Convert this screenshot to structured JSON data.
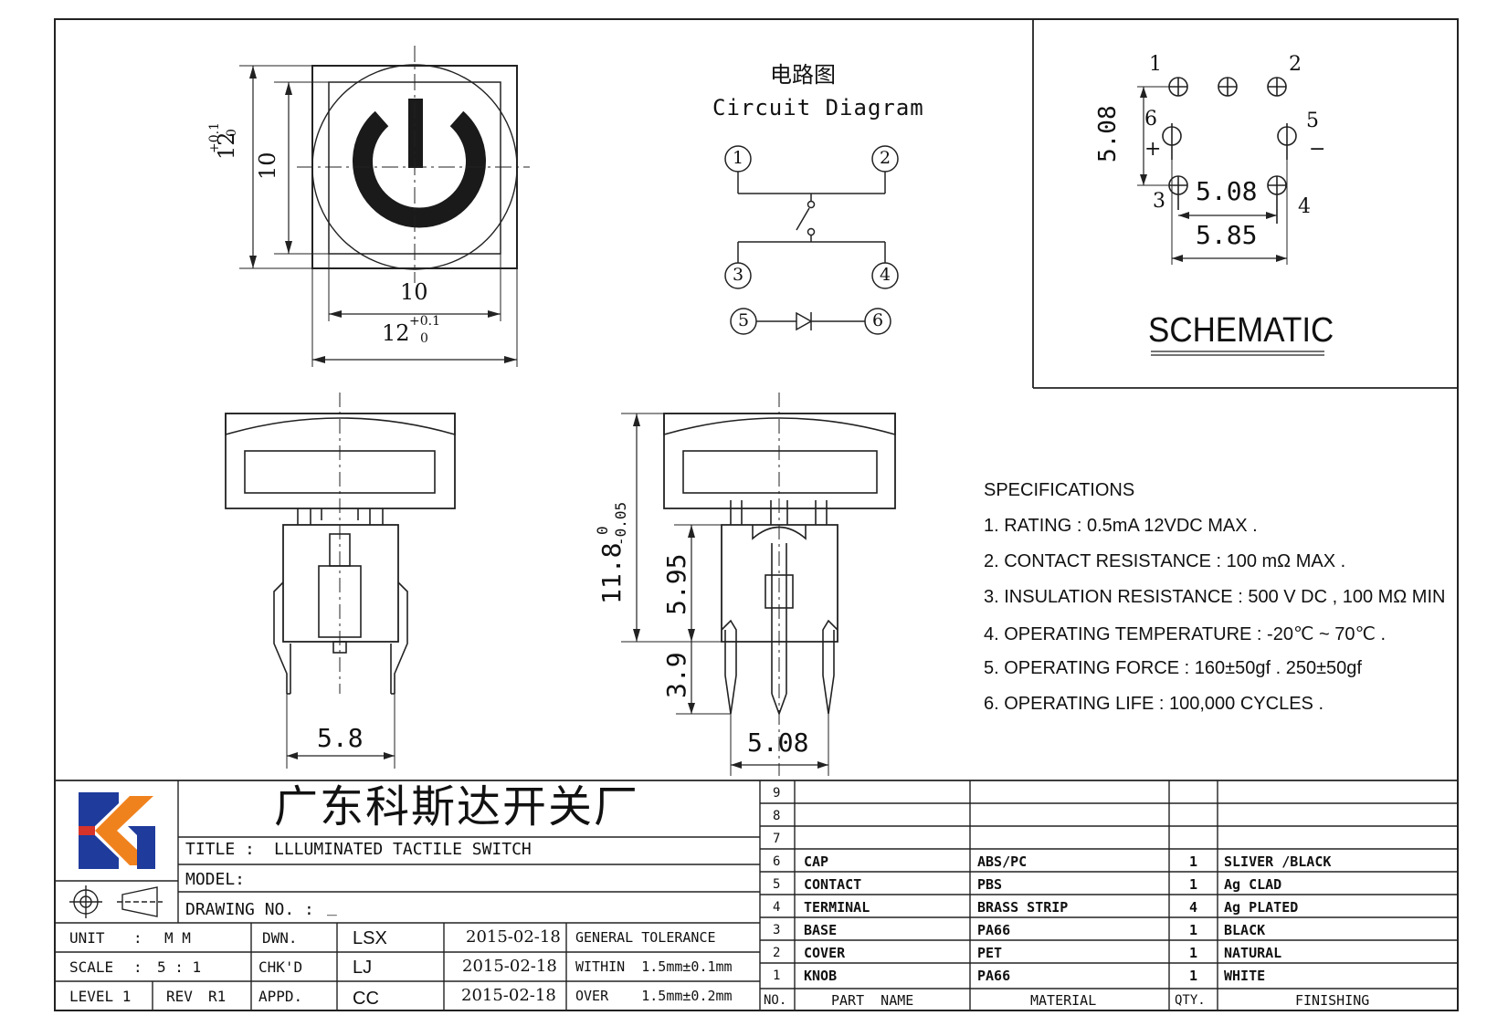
{
  "drawing": {
    "top_view": {
      "dim_height_outer": "12",
      "dim_height_outer_tol_upper": "+0.1",
      "dim_height_outer_tol_lower": "0",
      "dim_height_inner": "10",
      "dim_width_inner": "10",
      "dim_width_outer": "12",
      "dim_width_outer_tol_upper": "+0.1",
      "dim_width_outer_tol_lower": "0"
    },
    "circuit": {
      "title_cn": "电路图",
      "title_en": "Circuit Diagram",
      "pins": [
        "1",
        "2",
        "3",
        "4",
        "5",
        "6"
      ]
    },
    "schematic": {
      "title": "SCHEMATIC",
      "pin_labels": [
        "1",
        "2",
        "3",
        "4",
        "5",
        "6"
      ],
      "plus": "+",
      "minus": "−",
      "dim_vertical": "5.08",
      "dim_horizontal": "5.08",
      "dim_bottom": "5.85"
    },
    "side_view": {
      "dim_pin_spacing": "5.8"
    },
    "front_view": {
      "dim_total_height": "11.8",
      "dim_total_tol_upper": "0",
      "dim_total_tol_lower": "-0.05",
      "dim_body": "5.95",
      "dim_leg": "3.9",
      "dim_pin_spacing": "5.08"
    }
  },
  "specifications": {
    "heading": "SPECIFICATIONS",
    "items": [
      "1. RATING : 0.5mA 12VDC MAX .",
      "2. CONTACT RESISTANCE : 100 mΩ MAX .",
      "3. INSULATION RESISTANCE : 500 V DC , 100 MΩ MIN",
      "4. OPERATING TEMPERATURE : -20℃ ~ 70℃ .",
      "5. OPERATING FORCE : 160±50gf . 250±50gf",
      "6. OPERATING LIFE : 100,000 CYCLES ."
    ]
  },
  "title_block": {
    "company": "广东科斯达开关厂",
    "title_label": "TITLE :",
    "title_value": "LLLUMINATED TACTILE SWITCH",
    "model_label": "MODEL:",
    "drawing_no_label": "DRAWING NO. :",
    "drawing_no_value": "_",
    "unit_label": "UNIT",
    "unit_sep": ":",
    "unit_value": "M M",
    "scale_label": "SCALE",
    "scale_sep": ":",
    "scale_value": "5 : 1",
    "level_label": "LEVEL 1",
    "rev_label": "REV",
    "rev_value": "R1",
    "dwn_label": "DWN.",
    "dwn_name": "LSX",
    "dwn_date": "2015-02-18",
    "chk_label": "CHK'D",
    "chk_name": "LJ",
    "chk_date": "2015-02-18",
    "appd_label": "APPD.",
    "appd_name": "CC",
    "appd_date": "2015-02-18",
    "tol_heading": "GENERAL TOLERANCE",
    "tol_within": "WITHIN  1.5mm±0.1mm",
    "tol_over": "OVER    1.5mm±0.2mm"
  },
  "bom": {
    "headers": {
      "no": "NO.",
      "part": "PART  NAME",
      "material": "MATERIAL",
      "qty": "QTY.",
      "finishing": "FINISHING"
    },
    "rows": [
      {
        "no": "9",
        "part": "",
        "material": "",
        "qty": "",
        "finishing": ""
      },
      {
        "no": "8",
        "part": "",
        "material": "",
        "qty": "",
        "finishing": ""
      },
      {
        "no": "7",
        "part": "",
        "material": "",
        "qty": "",
        "finishing": ""
      },
      {
        "no": "6",
        "part": "CAP",
        "material": "ABS/PC",
        "qty": "1",
        "finishing": "SLIVER /BLACK"
      },
      {
        "no": "5",
        "part": "CONTACT",
        "material": "PBS",
        "qty": "1",
        "finishing": "Ag CLAD"
      },
      {
        "no": "4",
        "part": "TERMINAL",
        "material": "BRASS STRIP",
        "qty": "4",
        "finishing": "Ag PLATED"
      },
      {
        "no": "3",
        "part": "BASE",
        "material": "PA66",
        "qty": "1",
        "finishing": "BLACK"
      },
      {
        "no": "2",
        "part": "COVER",
        "material": "PET",
        "qty": "1",
        "finishing": "NATURAL"
      },
      {
        "no": "1",
        "part": "KNOB",
        "material": "PA66",
        "qty": "1",
        "finishing": "WHITE"
      }
    ]
  },
  "colors": {
    "logo_blue": "#1f3b9c",
    "logo_orange": "#f0821e",
    "logo_red": "#d6332a",
    "line": "#222222"
  }
}
